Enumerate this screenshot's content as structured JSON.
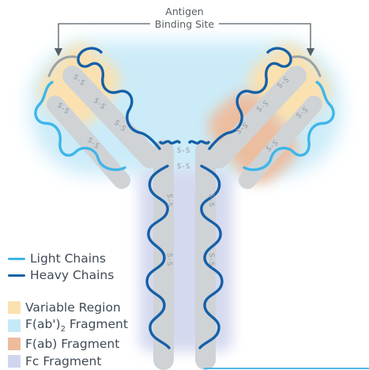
{
  "callout": {
    "line1": "Antigen",
    "line2": "Binding Site"
  },
  "legend": {
    "chains": [
      {
        "label": "Light Chains",
        "color": "#3fb6e8"
      },
      {
        "label": "Heavy Chains",
        "color": "#1560a8"
      }
    ],
    "regions": [
      {
        "label": "Variable Region",
        "color": "#fbe1b0"
      },
      {
        "label_main": "F(ab')",
        "label_sub": "2",
        "label_tail": " Fragment",
        "color": "#c6e9f8"
      },
      {
        "label": "F(ab) Fragment",
        "color": "#eebc9c"
      },
      {
        "label": "Fc Fragment",
        "color": "#d0d5ee"
      }
    ]
  },
  "bond_label": "S-S",
  "colors": {
    "light_chain": "#3fb6e8",
    "heavy_chain": "#1560a8",
    "backbone": "#cfd3d6",
    "bond_text": "#8f979d",
    "fab2_glow": "#c6e9f8",
    "variable": "#fbe1b0",
    "fab": "#eebc9c",
    "fc": "#d0d5ee"
  }
}
